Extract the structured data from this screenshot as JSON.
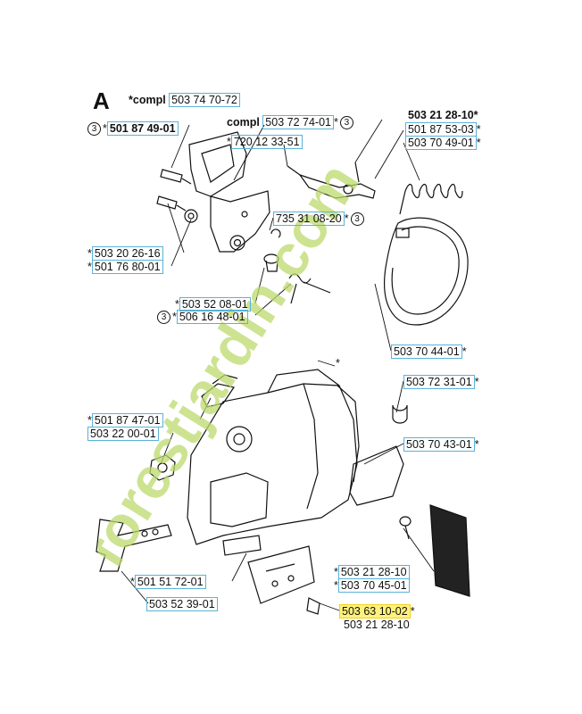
{
  "section_label": "A",
  "headers": {
    "compl_top": "*compl",
    "compl_mid": "compl"
  },
  "circle_mark": "3",
  "star": "*",
  "parts": {
    "p1": "503 74 70-72",
    "p2": "501 87 49-01",
    "p3": "503 72 74-01",
    "p4": "720 12 33-51",
    "p5": "503 21 28-10*",
    "p6": "501 87 53-03",
    "p7": "503 70 49-01",
    "p8": "735 31 08-20",
    "p9": "503 20 26-16",
    "p10": "501 76 80-01",
    "p11": "503 52 08-01",
    "p12": "506 16 48-01",
    "p13": "503 70 44-01",
    "p14": "503 72 31-01",
    "p15": "501 87 47-01",
    "p16": "503 22 00-01",
    "p17": "503 70 43-01",
    "p18": "503 21 28-10",
    "p19": "503 70 45-01",
    "p20": "501 51 72-01",
    "p21": "503 52 39-01",
    "p22": "503 63 10-02",
    "p23": "503 21 28-10"
  },
  "watermark": "forestjardin.com",
  "colors": {
    "code_box": "#5ab2d8",
    "highlight": "#fff27a",
    "watermark_green": "#bcd96c",
    "watermark_brown": "#c9b58c"
  }
}
